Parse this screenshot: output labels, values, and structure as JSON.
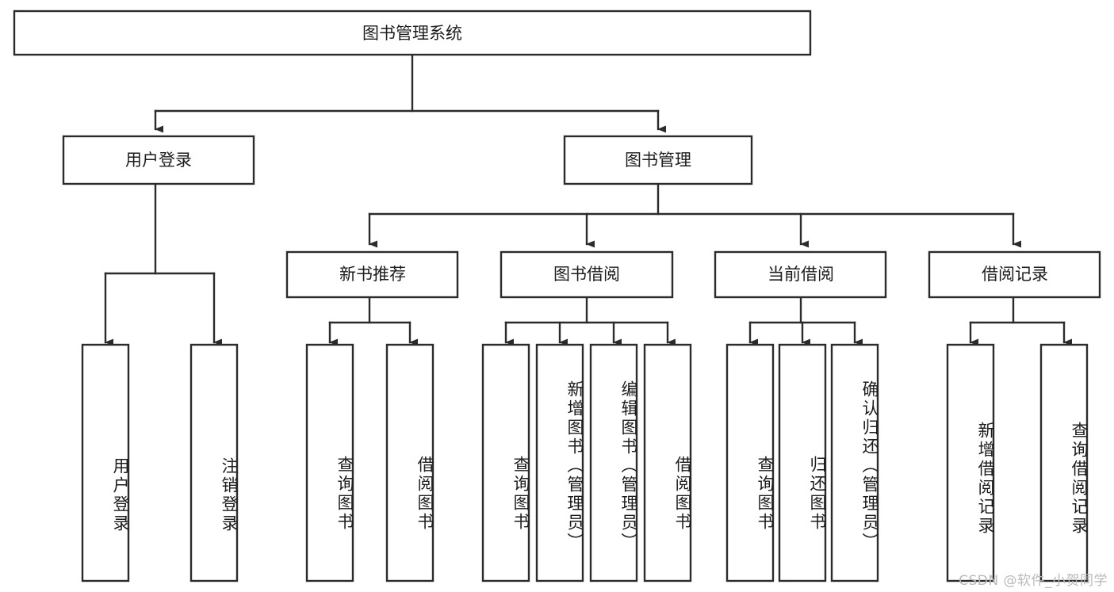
{
  "diagram": {
    "title": "图书管理系统",
    "type": "hierarchy-tree",
    "orientation": "top-down",
    "colors": {
      "stroke": "#2b2b2b",
      "box_fill": "#ffffff",
      "text": "#1c1c1c",
      "background": "#ffffff",
      "watermark": "#b9b9b9"
    },
    "levels": {
      "root": {
        "label": "图书管理系统"
      },
      "level2": [
        {
          "id": "user-login",
          "label": "用户登录"
        },
        {
          "id": "book-manage",
          "label": "图书管理"
        }
      ],
      "level3": [
        {
          "id": "new-book-rec",
          "label": "新书推荐",
          "parent": "book-manage"
        },
        {
          "id": "book-borrow",
          "label": "图书借阅",
          "parent": "book-manage"
        },
        {
          "id": "current-borrow",
          "label": "当前借阅",
          "parent": "book-manage"
        },
        {
          "id": "borrow-record",
          "label": "借阅记录",
          "parent": "book-manage"
        }
      ],
      "leaves": [
        {
          "id": "leaf-user-login",
          "label": "用户登录",
          "parent": "user-login"
        },
        {
          "id": "leaf-user-logout",
          "label": "注销登录",
          "parent": "user-login"
        },
        {
          "id": "leaf-query-book-1",
          "label": "查询图书",
          "parent": "new-book-rec"
        },
        {
          "id": "leaf-borrow-book-1",
          "label": "借阅图书",
          "parent": "new-book-rec"
        },
        {
          "id": "leaf-query-book-2",
          "label": "查询图书",
          "parent": "book-borrow"
        },
        {
          "id": "leaf-add-book",
          "label": "新增图书（管理员）",
          "parent": "book-borrow"
        },
        {
          "id": "leaf-edit-book",
          "label": "编辑图书（管理员）",
          "parent": "book-borrow"
        },
        {
          "id": "leaf-borrow-book-2",
          "label": "借阅图书",
          "parent": "book-borrow"
        },
        {
          "id": "leaf-query-book-3",
          "label": "查询图书",
          "parent": "current-borrow"
        },
        {
          "id": "leaf-return-book",
          "label": "归还图书",
          "parent": "current-borrow"
        },
        {
          "id": "leaf-confirm-return",
          "label": "确认归还（管理员）",
          "parent": "current-borrow"
        },
        {
          "id": "leaf-add-record",
          "label": "新增借阅记录",
          "parent": "borrow-record"
        },
        {
          "id": "leaf-query-record",
          "label": "查询借阅记录",
          "parent": "borrow-record"
        }
      ]
    },
    "watermark": "CSDN @软件_小贺同学"
  }
}
